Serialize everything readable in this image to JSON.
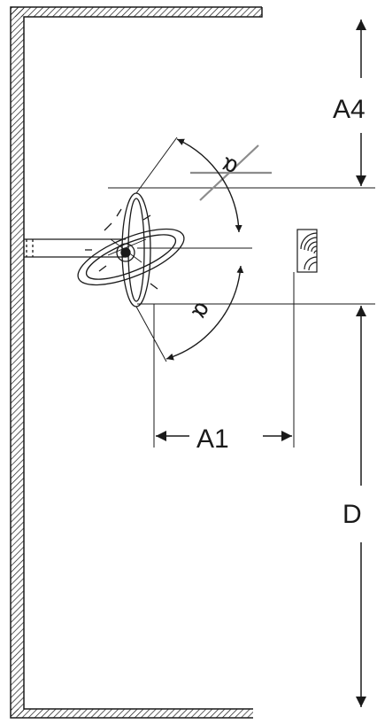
{
  "labels": {
    "a4": "A4",
    "a1": "A1",
    "d": "D",
    "alpha_top": "α",
    "alpha_bottom": "α"
  },
  "colors": {
    "line": "#1a1a1a",
    "crossed_marker": "#8c8c8c",
    "background": "#ffffff"
  },
  "icons": {
    "arrowhead": "filled-triangle-arrowhead",
    "workpiece": "end-grain-wood-block",
    "tool": "rotating-disc-blade-assembly"
  }
}
